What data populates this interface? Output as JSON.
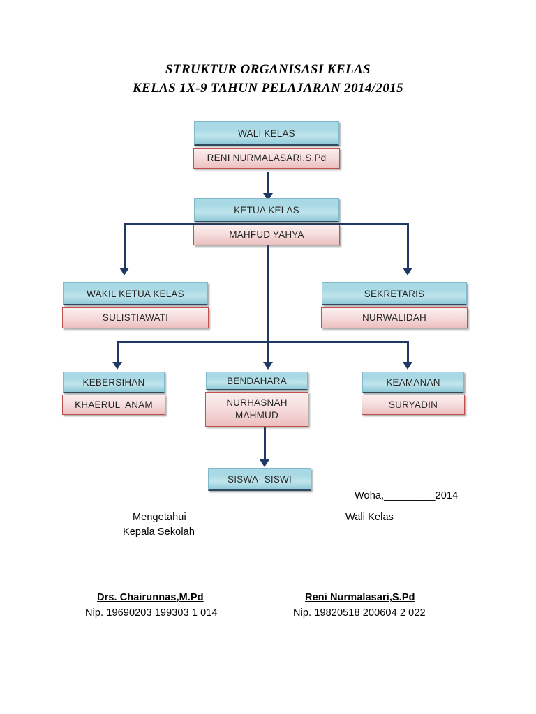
{
  "document": {
    "title_line1": "STRUKTUR ORGANISASI KELAS",
    "title_line2": "KELAS 1X-9 TAHUN PELAJARAN 2014/2015"
  },
  "colors": {
    "header_fill": "#a9d9e4",
    "name_fill": "#f3dada",
    "name_border": "#c0504d",
    "connector": "#1f3864",
    "text": "#262626"
  },
  "chart_data": {
    "type": "org-chart",
    "nodes": [
      {
        "id": "wali",
        "role": "WALI KELAS",
        "person": "RENI NURMALASARI,S.Pd"
      },
      {
        "id": "ketua",
        "role": "KETUA KELAS",
        "person": "MAHFUD YAHYA"
      },
      {
        "id": "wakil",
        "role": "WAKIL KETUA KELAS",
        "person": "SULISTIAWATI"
      },
      {
        "id": "sekretaris",
        "role": "SEKRETARIS",
        "person": "NURWALIDAH"
      },
      {
        "id": "kebersihan",
        "role": "KEBERSIHAN",
        "person": "KHAERUL  ANAM"
      },
      {
        "id": "bendahara",
        "role": "BENDAHARA",
        "person_line1": "NURHASNAH",
        "person_line2": "MAHMUD"
      },
      {
        "id": "keamanan",
        "role": "KEAMANAN",
        "person": "SURYADIN"
      },
      {
        "id": "siswa",
        "role": "SISWA- SISWI",
        "person": ""
      }
    ],
    "edges": [
      {
        "from": "wali",
        "to": "ketua"
      },
      {
        "from": "ketua",
        "to": "wakil"
      },
      {
        "from": "ketua",
        "to": "sekretaris"
      },
      {
        "from": "ketua",
        "to": "kebersihan"
      },
      {
        "from": "ketua",
        "to": "bendahara"
      },
      {
        "from": "ketua",
        "to": "keamanan"
      },
      {
        "from": "bendahara",
        "to": "siswa"
      }
    ]
  },
  "footer": {
    "place_date": "Woha,_________2014",
    "left_know": "Mengetahui",
    "left_role": "Kepala Sekolah",
    "right_role": "Wali Kelas",
    "left_signature_name": "Drs. Chairunnas,M.Pd",
    "left_signature_nip": "Nip. 19690203 199303 1 014",
    "right_signature_name": "Reni Nurmalasari,S.Pd",
    "right_signature_nip": "Nip. 19820518 200604 2 022"
  }
}
